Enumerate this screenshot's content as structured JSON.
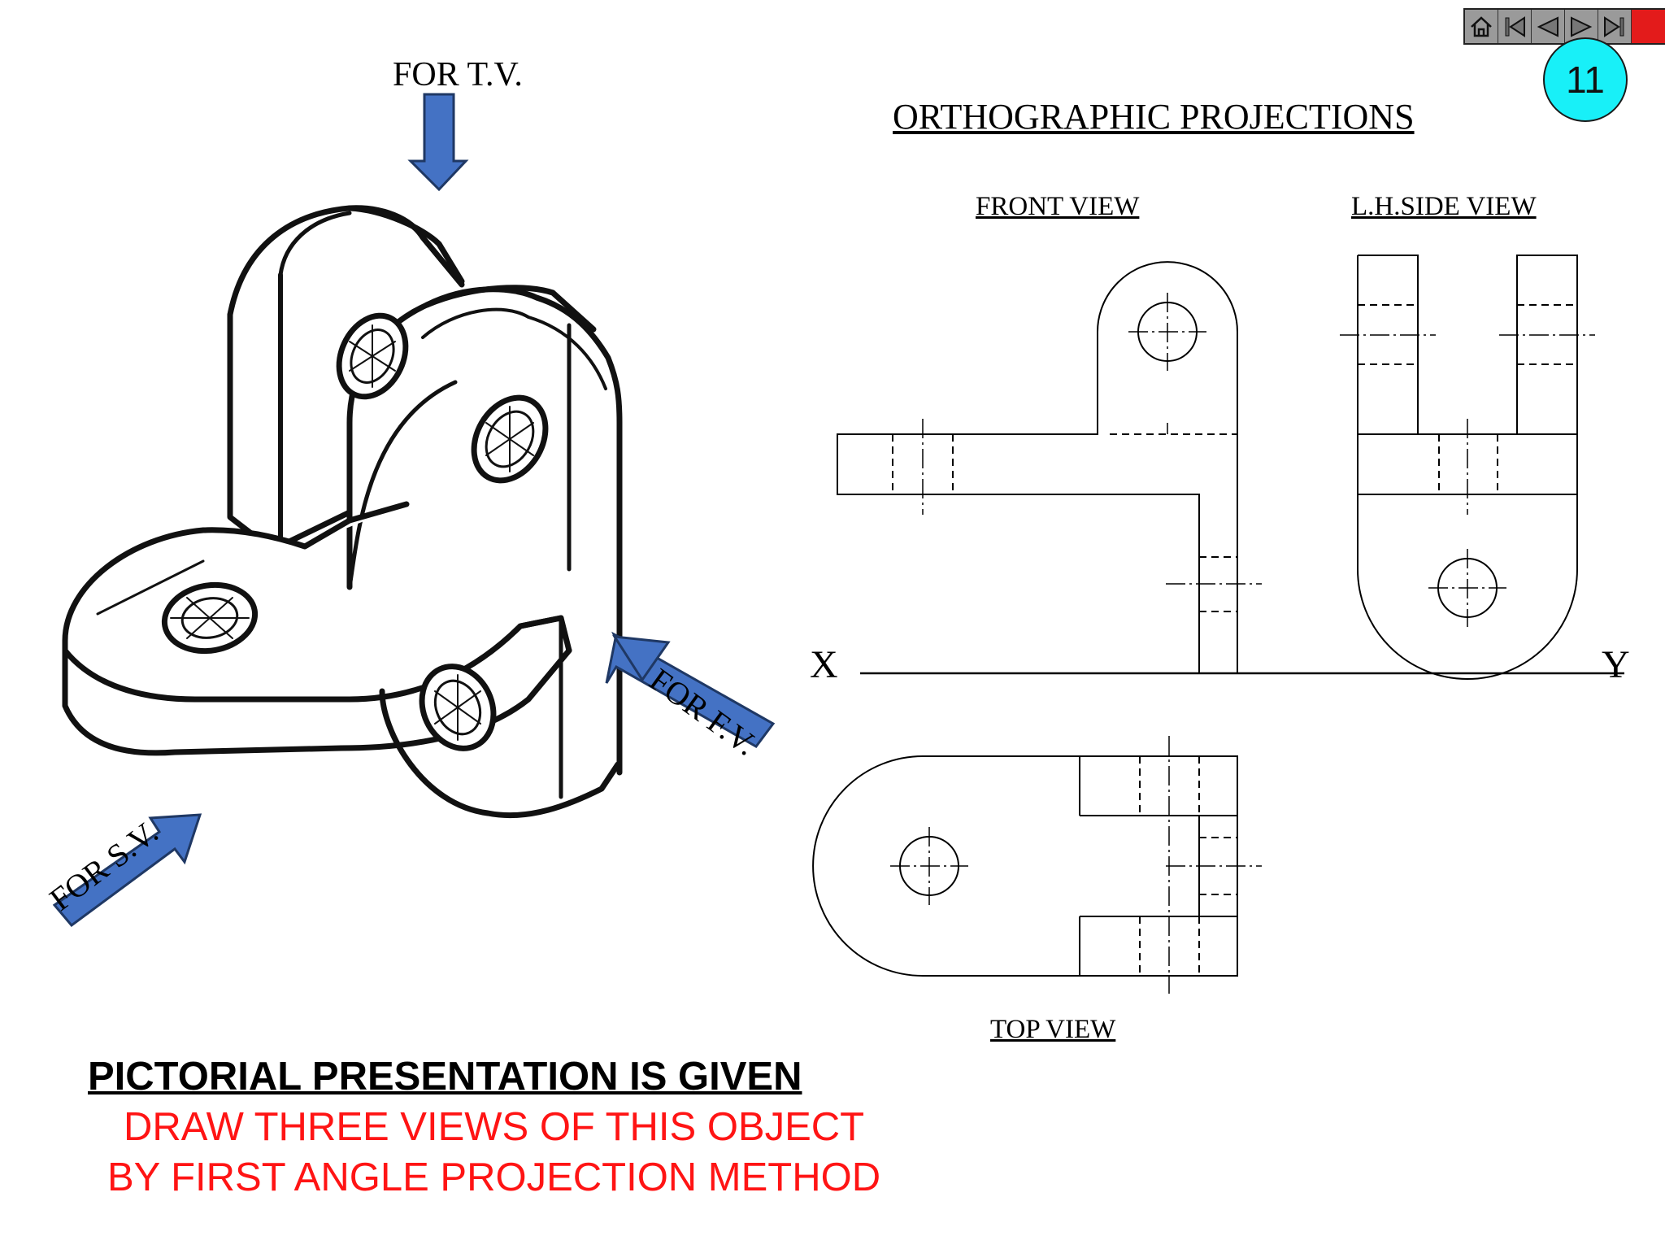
{
  "nav": {
    "buttons": [
      {
        "name": "home-button",
        "icon": "home-icon"
      },
      {
        "name": "first-slide-button",
        "icon": "first-icon"
      },
      {
        "name": "previous-slide-button",
        "icon": "previous-icon"
      },
      {
        "name": "next-slide-button",
        "icon": "next-icon"
      },
      {
        "name": "last-slide-button",
        "icon": "last-icon"
      },
      {
        "name": "stop-button",
        "icon": "stop-icon"
      }
    ],
    "slide_number": "11"
  },
  "labels": {
    "ortho_title": "ORTHOGRAPHIC PROJECTIONS",
    "front_view": "FRONT VIEW",
    "side_view": "L.H.SIDE VIEW",
    "top_view": "TOP VIEW",
    "for_tv": "FOR T.V.",
    "for_fv": "FOR F.V.",
    "for_sv": "FOR S.V.",
    "x": "X",
    "y": "Y"
  },
  "instructions": {
    "heading": "PICTORIAL PRESENTATION IS GIVEN",
    "line1": "DRAW THREE VIEWS OF THIS OBJECT",
    "line2": "BY FIRST ANGLE PROJECTION METHOD"
  },
  "colors": {
    "arrow": "#4472c4",
    "instruction_text": "#ff1414",
    "slide_badge": "#18f0f8",
    "stop_button": "#e31b1b"
  }
}
